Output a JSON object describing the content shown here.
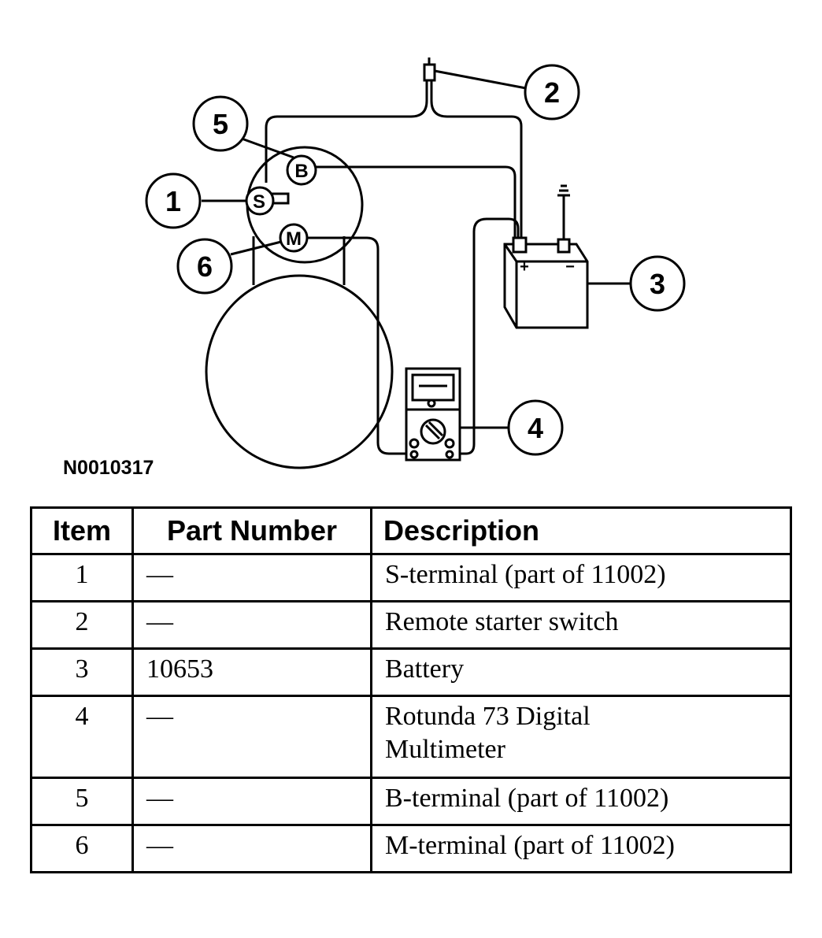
{
  "figure": {
    "id": "N0010317",
    "callouts": [
      "1",
      "2",
      "3",
      "4",
      "5",
      "6"
    ],
    "terminals": {
      "b": "B",
      "s": "S",
      "m": "M"
    },
    "battery_polarity": {
      "positive": "+",
      "negative": "−"
    }
  },
  "table": {
    "headers": {
      "item": "Item",
      "part_number": "Part Number",
      "description": "Description"
    },
    "rows": [
      {
        "item": "1",
        "part_number": "—",
        "description": "S-terminal (part of 11002)"
      },
      {
        "item": "2",
        "part_number": "—",
        "description": "Remote starter switch"
      },
      {
        "item": "3",
        "part_number": "10653",
        "description": "Battery"
      },
      {
        "item": "4",
        "part_number": "—",
        "description": "Rotunda 73 Digital Multimeter"
      },
      {
        "item": "5",
        "part_number": "—",
        "description": "B-terminal (part of 11002)"
      },
      {
        "item": "6",
        "part_number": "—",
        "description": "M-terminal (part of 11002)"
      }
    ]
  }
}
